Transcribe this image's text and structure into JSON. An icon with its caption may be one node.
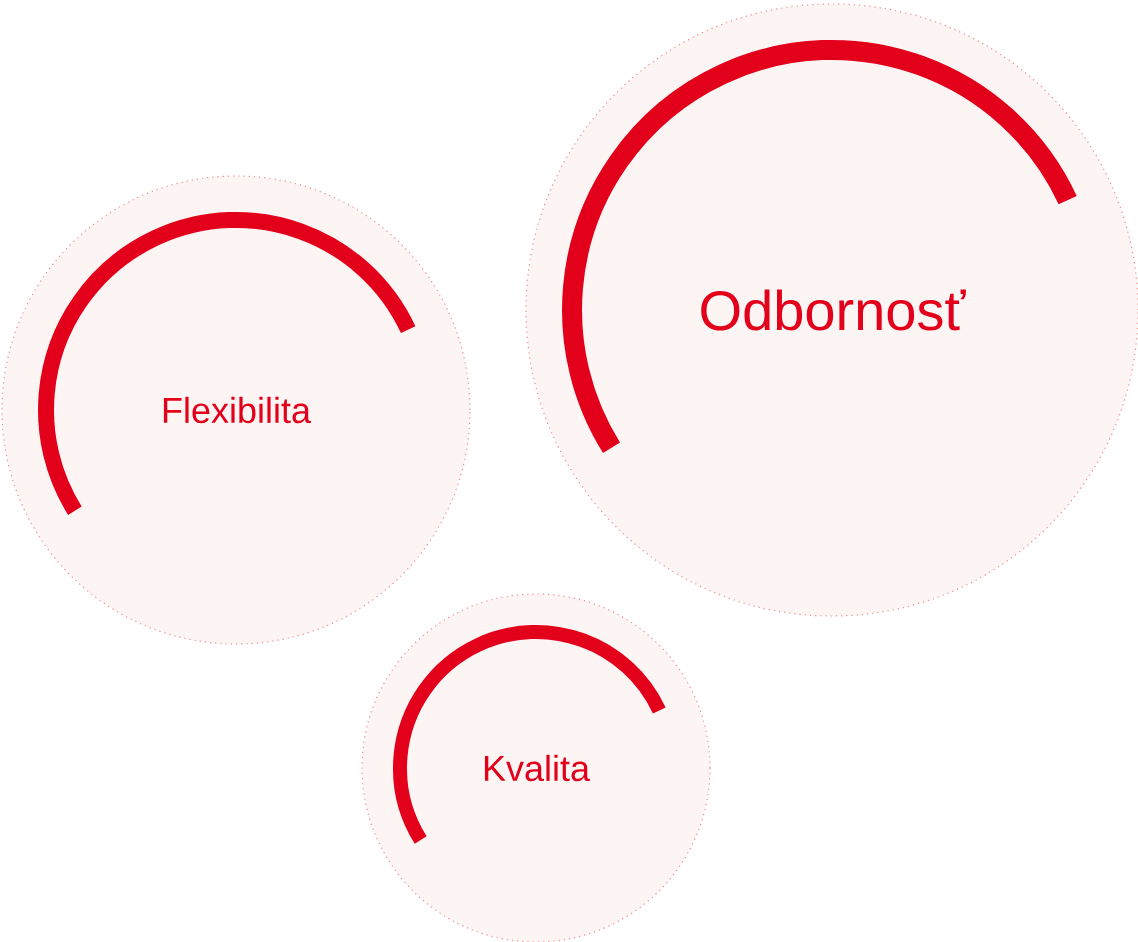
{
  "diagram": {
    "nodes": [
      {
        "text": [
          "Flexibilita"
        ]
      },
      {
        "text": [
          "Odbornosť"
        ]
      },
      {
        "text": [
          "Kvalita"
        ]
      }
    ]
  }
}
